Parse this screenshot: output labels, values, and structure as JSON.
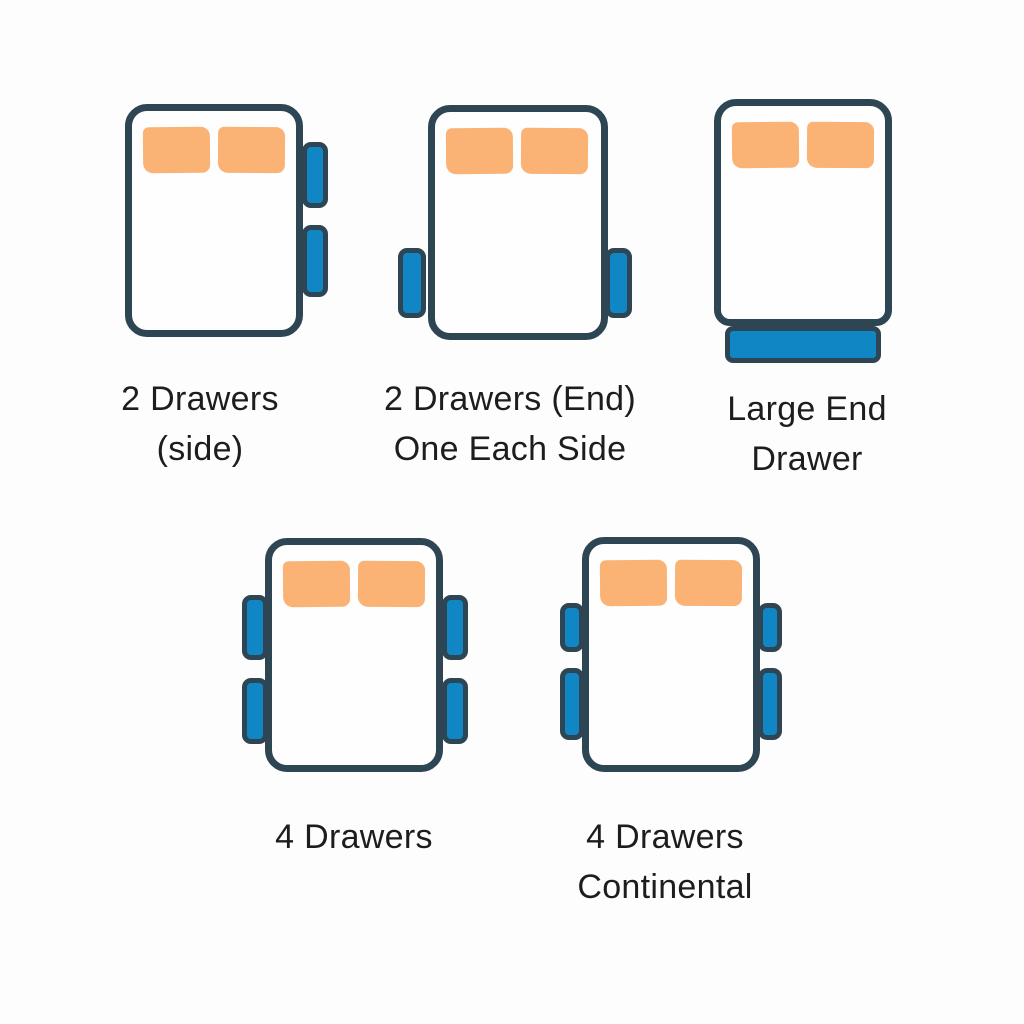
{
  "colors": {
    "page_bg": "#fdfdfd",
    "bed_fill": "#fefefe",
    "outline": "#2e4653",
    "drawer_blue": "#1186c4",
    "pillow_orange": "#fab375",
    "text": "#1d1d1d"
  },
  "diagram": {
    "subject": "bed storage drawer configurations",
    "pillows_per_bed": 2
  },
  "beds": [
    {
      "id": "2-drawers-side",
      "label_line1": "2 Drawers",
      "label_line2": "(side)",
      "drawer_count": 2,
      "drawer_layout": "two drawers on right side"
    },
    {
      "id": "2-drawers-end-one-each-side",
      "label_line1": "2 Drawers (End)",
      "label_line2": "One Each Side",
      "drawer_count": 2,
      "drawer_layout": "one drawer each side at foot end"
    },
    {
      "id": "large-end-drawer",
      "label_line1": "Large End",
      "label_line2": "Drawer",
      "drawer_count": 1,
      "drawer_layout": "one large drawer across foot end"
    },
    {
      "id": "4-drawers",
      "label_line1": "4 Drawers",
      "label_line2": "",
      "drawer_count": 4,
      "drawer_layout": "two equal drawers each side"
    },
    {
      "id": "4-drawers-continental",
      "label_line1": "4 Drawers",
      "label_line2": "Continental",
      "drawer_count": 4,
      "drawer_layout": "two drawers each side, smaller upper drawers"
    }
  ]
}
